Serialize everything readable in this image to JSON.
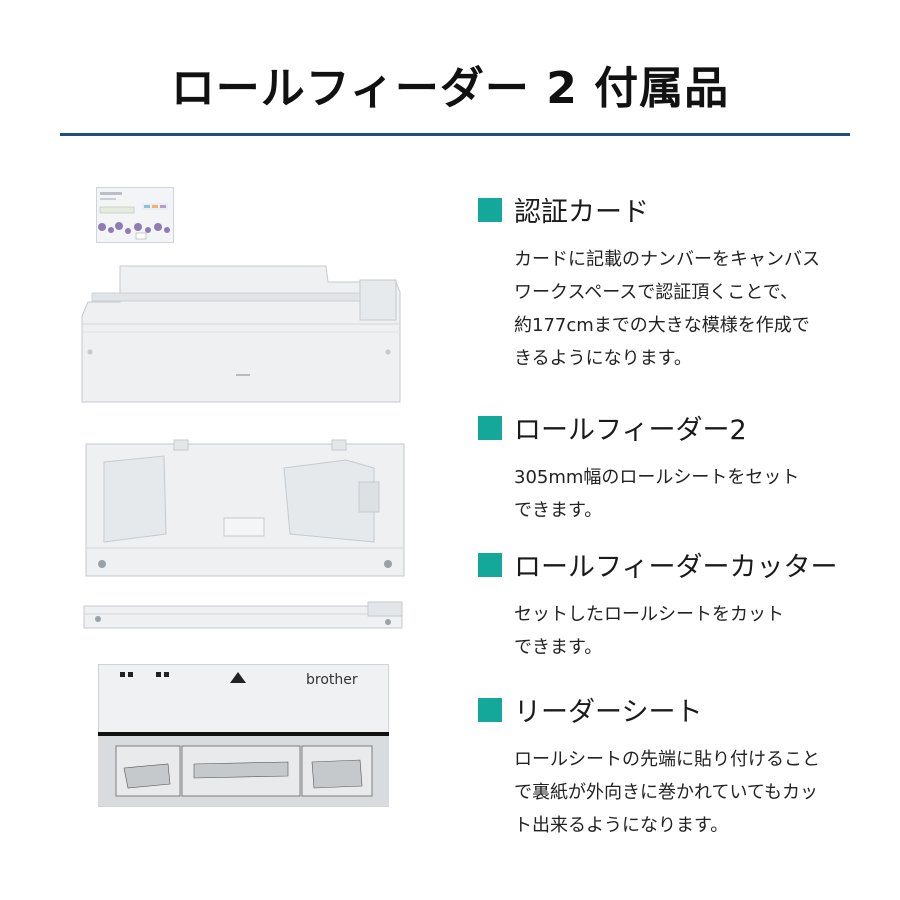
{
  "title": "ロールフィーダー 2 付属品",
  "colors": {
    "accent": "#14a89b",
    "rule": "#1f4e79"
  },
  "items": [
    {
      "title": "認証カード",
      "desc": [
        "カードに記載のナンバーをキャンバス",
        "ワークスペースで認証頂くことで、",
        "約177cmまでの大きな模様を作成で",
        "きるようになります。"
      ]
    },
    {
      "title": "ロールフィーダー2",
      "desc": [
        "305mm幅のロールシートをセット",
        "できます。"
      ]
    },
    {
      "title": "ロールフィーダーカッター",
      "desc": [
        "セットしたロールシートをカット",
        "できます。"
      ]
    },
    {
      "title": "リーダーシート",
      "desc": [
        "ロールシートの先端に貼り付けること",
        "で裏紙が外向きに巻かれていてもカッ",
        "ト出来るようになります。"
      ]
    }
  ],
  "leader_sheet_logo": "brother"
}
